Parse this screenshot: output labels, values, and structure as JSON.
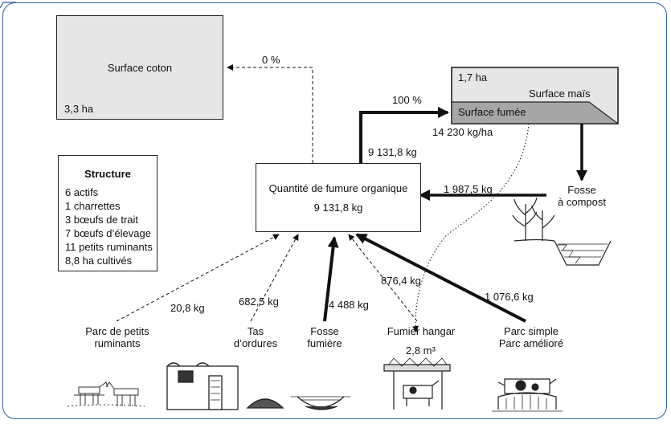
{
  "coton": {
    "title": "Surface coton",
    "area": "3,3 ha",
    "flow_pct": "0 %"
  },
  "mais": {
    "area": "1,7 ha",
    "title": "Surface maïs",
    "fumee": "Surface fumée",
    "rate": "14 230 kg/ha",
    "flow_pct": "100 %",
    "flow_kg": "9 131,8 kg"
  },
  "structure": {
    "title": "Structure",
    "items": [
      "6 actifs",
      "1 charrettes",
      "3 bœufs de trait",
      "7 bœufs d’élevage",
      "11 petits ruminants",
      "8,8 ha cultivés"
    ]
  },
  "center": {
    "title": "Quantité de fumure organique",
    "value": "9 131,8 kg"
  },
  "compost": {
    "label_line1": "Fosse",
    "label_line2": "à compost",
    "flow": "1 987,5 kg"
  },
  "sources": [
    {
      "line1": "Parc de petits",
      "line2": "ruminants",
      "flow": "20,8 kg"
    },
    {
      "line1": "Tas",
      "line2": "d’ordures",
      "flow": "682,5 kg"
    },
    {
      "line1": "Fosse",
      "line2": "fumière",
      "flow": "4 488 kg"
    },
    {
      "line1": "Fumier hangar",
      "line2": "",
      "flow": "876,4 kg",
      "extra": "2,8 m³"
    },
    {
      "line1": "Parc simple",
      "line2": "Parc amélioré",
      "flow": "1 076,6 kg"
    }
  ]
}
